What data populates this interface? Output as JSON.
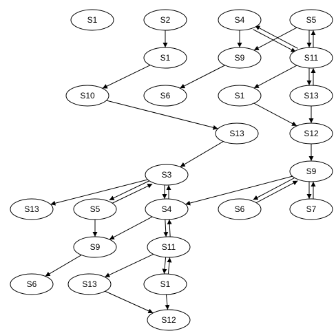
{
  "diagram": {
    "nodes": [
      {
        "id": "n1",
        "label": "S1"
      },
      {
        "id": "n2",
        "label": "S2"
      },
      {
        "id": "n3",
        "label": "S1"
      },
      {
        "id": "n4",
        "label": "S10"
      },
      {
        "id": "n5",
        "label": "S4"
      },
      {
        "id": "n6",
        "label": "S5"
      },
      {
        "id": "n7",
        "label": "S9"
      },
      {
        "id": "n8",
        "label": "S11"
      },
      {
        "id": "n9",
        "label": "S6"
      },
      {
        "id": "n10",
        "label": "S1"
      },
      {
        "id": "n11",
        "label": "S13"
      },
      {
        "id": "n12",
        "label": "S13"
      },
      {
        "id": "n13",
        "label": "S12"
      },
      {
        "id": "n14",
        "label": "S3"
      },
      {
        "id": "n15",
        "label": "S9"
      },
      {
        "id": "n16",
        "label": "S13"
      },
      {
        "id": "n17",
        "label": "S5"
      },
      {
        "id": "n18",
        "label": "S4"
      },
      {
        "id": "n19",
        "label": "S6"
      },
      {
        "id": "n20",
        "label": "S7"
      },
      {
        "id": "n21",
        "label": "S9"
      },
      {
        "id": "n22",
        "label": "S11"
      },
      {
        "id": "n23",
        "label": "S6"
      },
      {
        "id": "n24",
        "label": "S13"
      },
      {
        "id": "n25",
        "label": "S1"
      },
      {
        "id": "n26",
        "label": "S12"
      }
    ],
    "edges": [
      {
        "from": "n2",
        "to": "n3"
      },
      {
        "from": "n3",
        "to": "n4"
      },
      {
        "from": "n4",
        "to": "n12"
      },
      {
        "from": "n12",
        "to": "n14"
      },
      {
        "from": "n5",
        "to": "n7"
      },
      {
        "from": "n5",
        "to": "n8"
      },
      {
        "from": "n8",
        "to": "n5"
      },
      {
        "from": "n6",
        "to": "n7"
      },
      {
        "from": "n6",
        "to": "n8"
      },
      {
        "from": "n8",
        "to": "n6"
      },
      {
        "from": "n7",
        "to": "n9"
      },
      {
        "from": "n8",
        "to": "n10"
      },
      {
        "from": "n8",
        "to": "n11"
      },
      {
        "from": "n11",
        "to": "n8"
      },
      {
        "from": "n10",
        "to": "n13"
      },
      {
        "from": "n11",
        "to": "n13"
      },
      {
        "from": "n13",
        "to": "n15"
      },
      {
        "from": "n15",
        "to": "n19"
      },
      {
        "from": "n19",
        "to": "n15"
      },
      {
        "from": "n15",
        "to": "n20"
      },
      {
        "from": "n20",
        "to": "n15"
      },
      {
        "from": "n15",
        "to": "n18"
      },
      {
        "from": "n14",
        "to": "n16"
      },
      {
        "from": "n14",
        "to": "n17"
      },
      {
        "from": "n17",
        "to": "n14"
      },
      {
        "from": "n14",
        "to": "n18"
      },
      {
        "from": "n18",
        "to": "n14"
      },
      {
        "from": "n17",
        "to": "n21"
      },
      {
        "from": "n18",
        "to": "n21"
      },
      {
        "from": "n21",
        "to": "n23"
      },
      {
        "from": "n18",
        "to": "n22"
      },
      {
        "from": "n22",
        "to": "n18"
      },
      {
        "from": "n22",
        "to": "n24"
      },
      {
        "from": "n22",
        "to": "n25"
      },
      {
        "from": "n25",
        "to": "n22"
      },
      {
        "from": "n24",
        "to": "n26"
      },
      {
        "from": "n25",
        "to": "n26"
      }
    ]
  }
}
